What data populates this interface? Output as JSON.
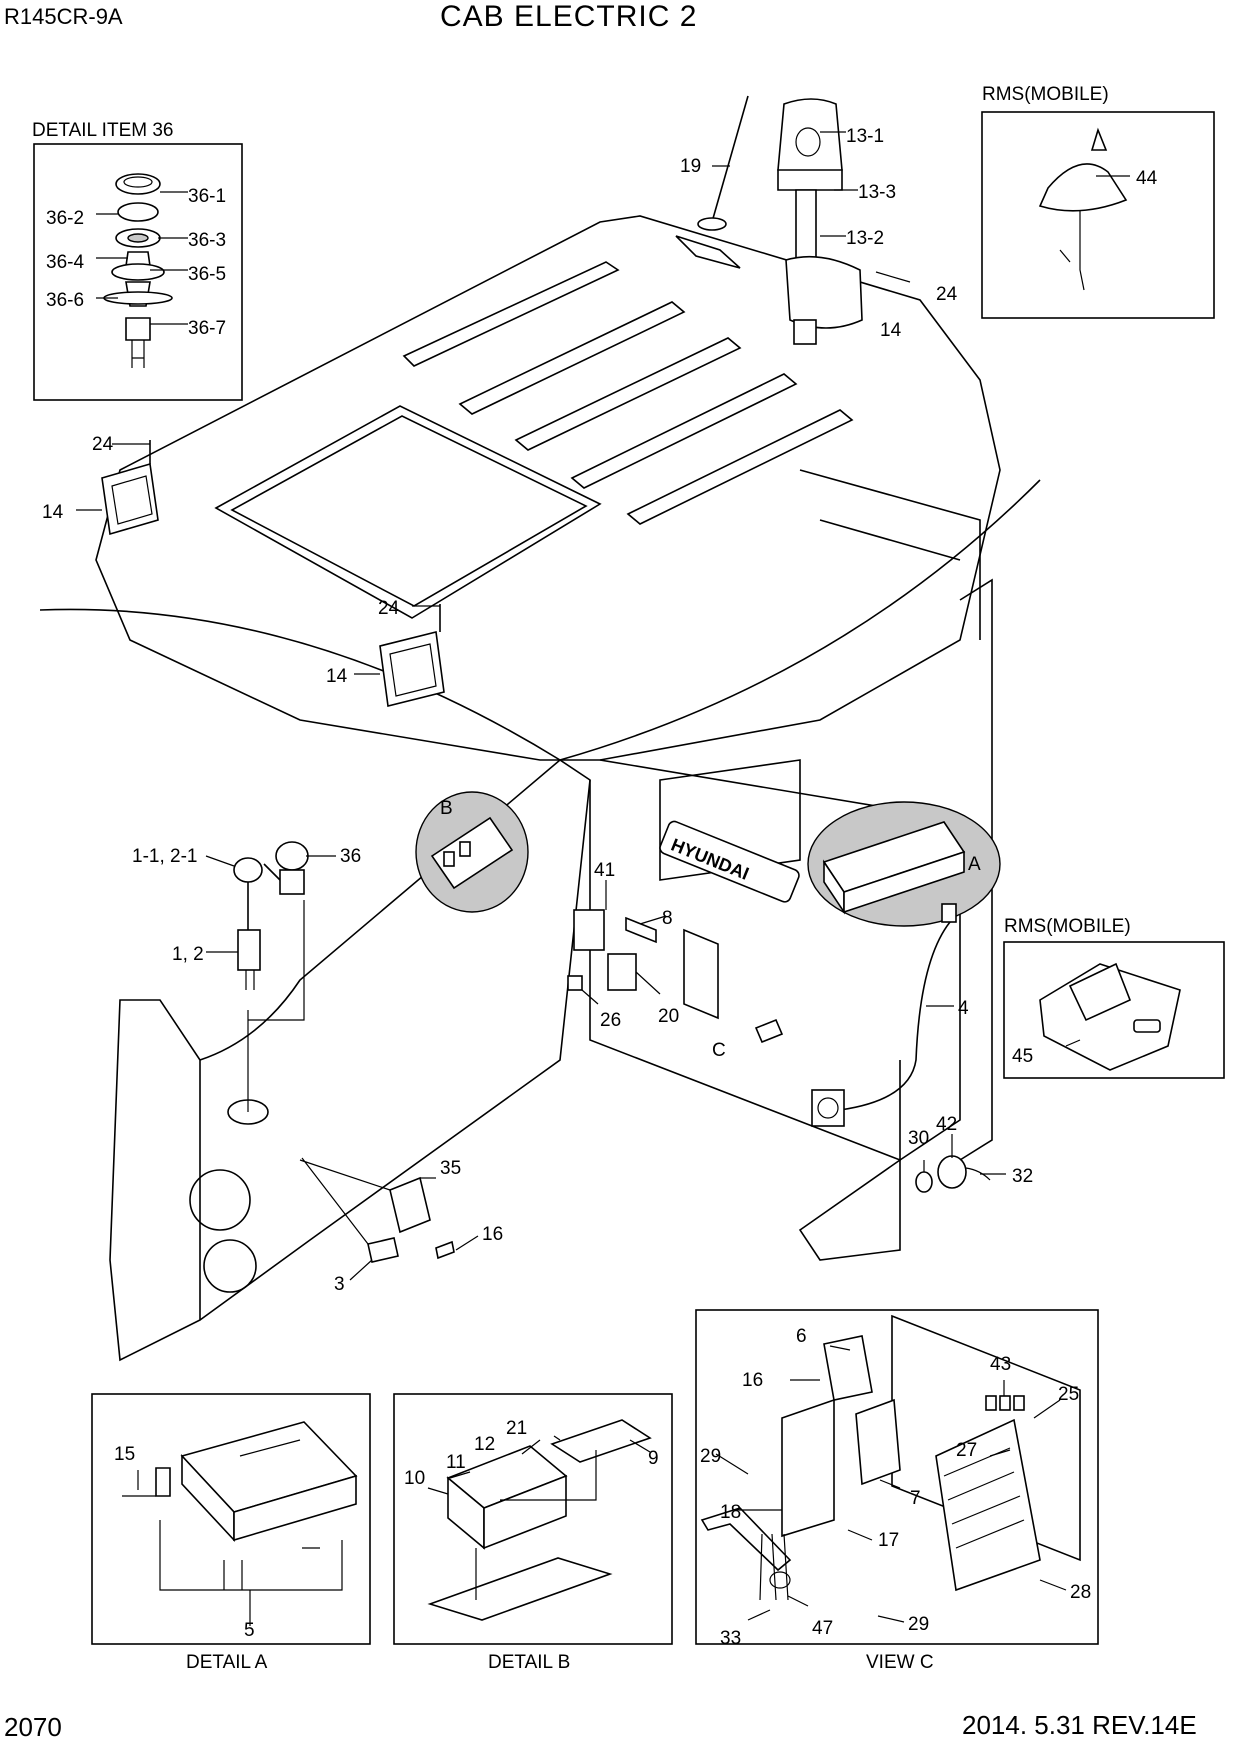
{
  "header": {
    "model": "R145CR-9A",
    "title": "CAB ELECTRIC 2"
  },
  "footer": {
    "page": "2070",
    "revision": "2014. 5.31  REV.14E"
  },
  "boxes": {
    "detail_item_36": "DETAIL ITEM 36",
    "rms_mobile_top": "RMS(MOBILE)",
    "rms_mobile_mid": "RMS(MOBILE)",
    "detail_a": "DETAIL A",
    "detail_b": "DETAIL B",
    "view_c": "VIEW C"
  },
  "view_markers": {
    "a": "A",
    "b": "B",
    "c": "C"
  },
  "brand_plate": "HYUNDAI",
  "callouts": {
    "c36_1": "36-1",
    "c36_2": "36-2",
    "c36_3": "36-3",
    "c36_4": "36-4",
    "c36_5": "36-5",
    "c36_6": "36-6",
    "c36_7": "36-7",
    "c19": "19",
    "c13_1": "13-1",
    "c13_3": "13-3",
    "c13_2": "13-2",
    "c24_a": "24",
    "c14_a": "14",
    "c44": "44",
    "c24_b": "24",
    "c14_b": "14",
    "c24_c": "24",
    "c14_c": "14",
    "c1_1_2_1": "1-1, 2-1",
    "c36": "36",
    "c1_2": "1, 2",
    "c41": "41",
    "c8": "8",
    "c26": "26",
    "c20": "20",
    "c4": "4",
    "c45": "45",
    "c42": "42",
    "c30": "30",
    "c32": "32",
    "c35": "35",
    "c16_a": "16",
    "c3": "3",
    "c15": "15",
    "c5": "5",
    "c12": "12",
    "c21": "21",
    "c11": "11",
    "c10": "10",
    "c9": "9",
    "c6": "6",
    "c16_b": "16",
    "c43": "43",
    "c25": "25",
    "c27": "27",
    "c29_a": "29",
    "c18": "18",
    "c7": "7",
    "c17": "17",
    "c28": "28",
    "c29_b": "29",
    "c33": "33",
    "c47": "47"
  }
}
